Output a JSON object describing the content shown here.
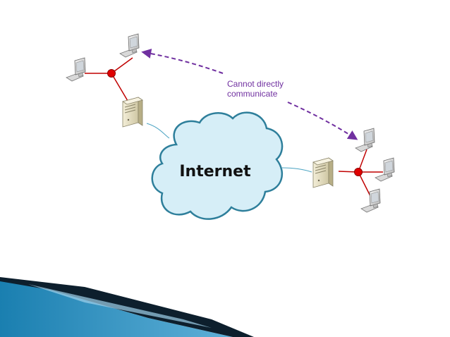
{
  "cloud": {
    "label": "Internet"
  },
  "annotation": {
    "line1": "Cannot directly",
    "line2": "communicate"
  },
  "colors": {
    "cloud_fill": "#d6eef7",
    "cloud_stroke": "#2e7f9b",
    "link": "#c00000",
    "hub": "#e00000",
    "dashed_arrow": "#7030a0",
    "server_body": "#e8e2c8",
    "footer_blue": "#1a7fb0"
  },
  "icons": [
    "desktop-computer-icon",
    "server-tower-icon",
    "cloud-icon",
    "hub-node-icon"
  ]
}
